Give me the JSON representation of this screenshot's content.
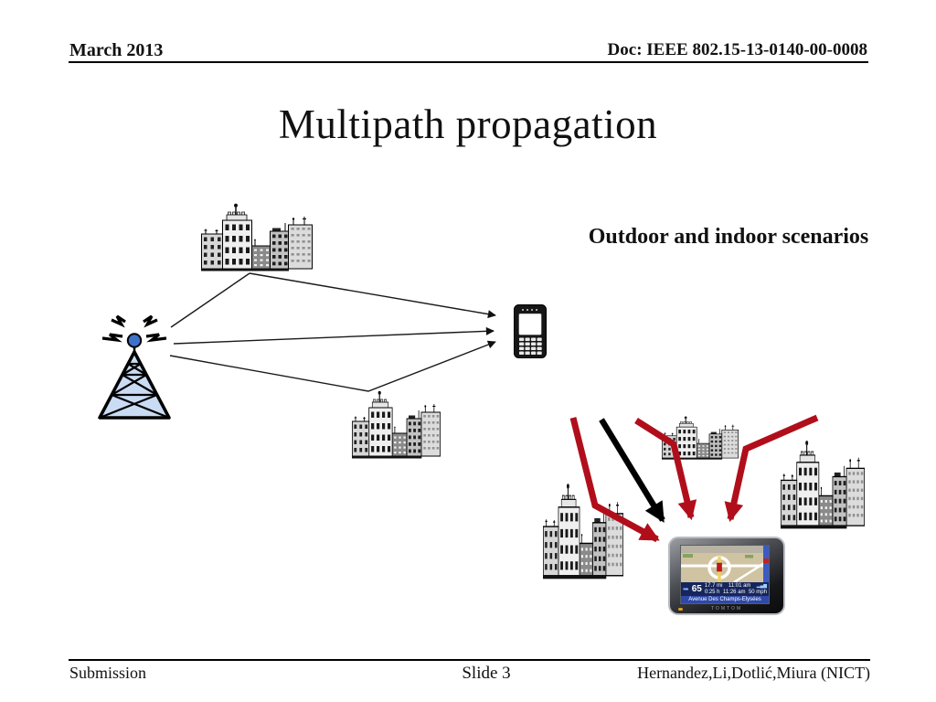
{
  "slide": {
    "header": {
      "date": "March 2013",
      "doc": "Doc: IEEE 802.15-13-0140-00-0008"
    },
    "title": "Multipath propagation",
    "annotation": "Outdoor and indoor scenarios",
    "footer": {
      "left": "Submission",
      "center": "Slide 3",
      "right": "Hernandez,Li,Dotlić,Miura (NICT)"
    }
  },
  "gps": {
    "speed": "65",
    "row1": [
      "17.7 mi",
      "11:01 am"
    ],
    "row2": [
      "0:25 h",
      "11:26 am",
      "50 mph"
    ],
    "street": "Avenue Des Champs-Elysées",
    "brand": "TOMTOM"
  },
  "icons": {
    "signal_bars": "▂▄▆",
    "nav_arrow": "➥"
  },
  "colors": {
    "arrow_red": "#b10e1b",
    "tower_fill": "#c9dcf3",
    "tower_ball": "#3c72c9",
    "info_bar": "#16265c",
    "street_bar": "#2f49a8"
  }
}
